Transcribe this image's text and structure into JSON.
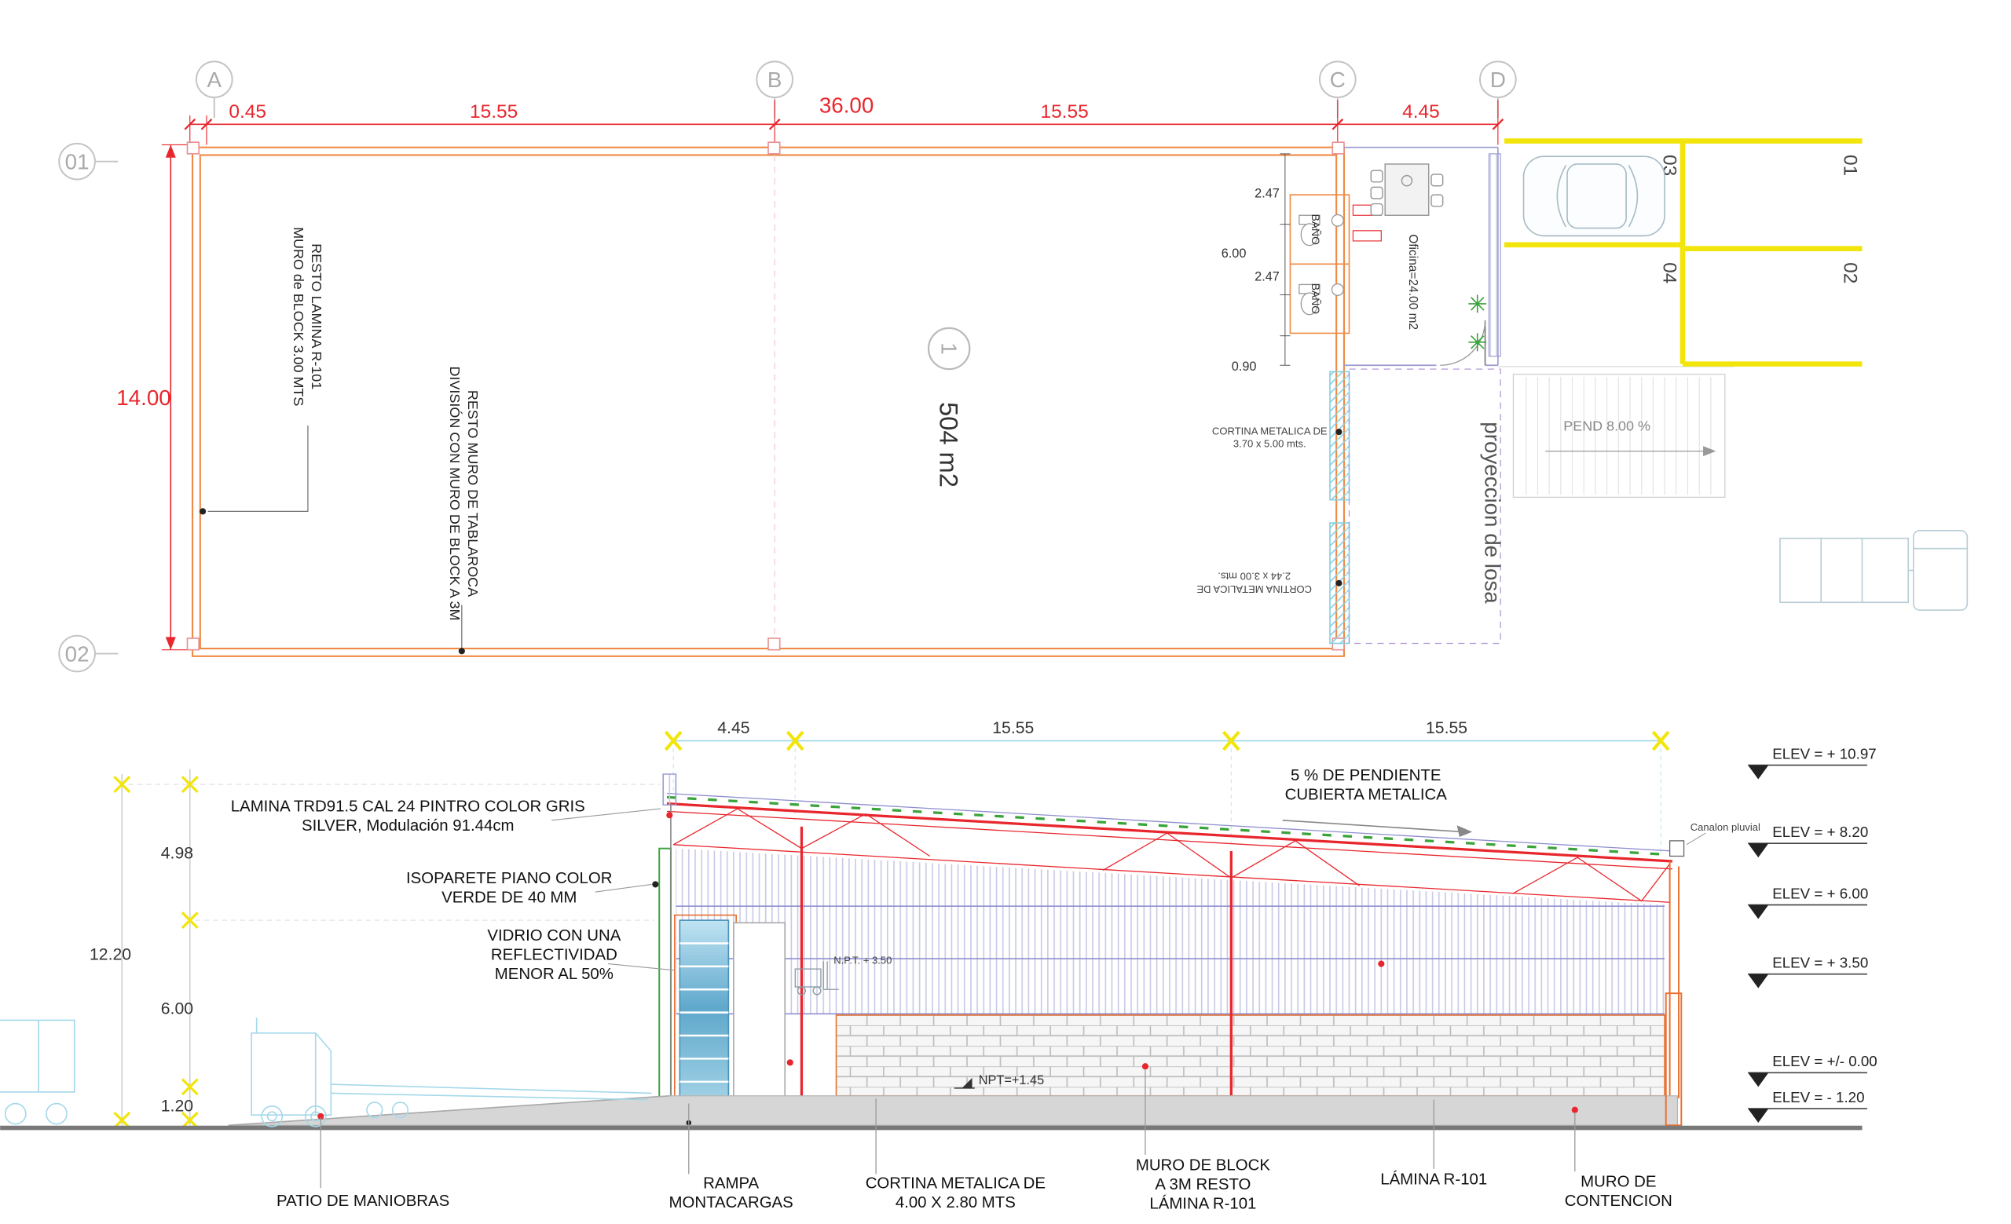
{
  "plan": {
    "grid_cols": {
      "a": "A",
      "b": "B",
      "c": "C",
      "d": "D"
    },
    "grid_rows": {
      "r1": "01",
      "r2": "02"
    },
    "dims": {
      "d045": "0.45",
      "d1555a": "15.55",
      "d36": "36.00",
      "d1555b": "15.55",
      "d445": "4.45",
      "d14": "14.00",
      "d247a": "2.47",
      "d6": "6.00",
      "d247b": "2.47",
      "d09": "0.90"
    },
    "space": {
      "bubble": "1",
      "area": "504 m2"
    },
    "notes": {
      "muro1": "MURO de BLOCK 3.00 MTS",
      "muro2": "RESTO LAMINA R-101",
      "div1": "DIVISIÓN CON MURO DE BLOCK A 3M",
      "div2": "RESTO MURO DE TABLAROCA",
      "bano1": "BAÑO",
      "bano2": "BAÑO",
      "oficina": "Oficina=24.00 m2",
      "cortina1a": "CORTINA METALICA DE",
      "cortina1b": "3.70 x 5.00 mts.",
      "cortina2a": "CORTINA METALICA DE",
      "cortina2b": "2.44 x 3.00 mts.",
      "proyeccion": "proyeccion de losa",
      "pend": "PEND 8.00 %"
    },
    "parking": {
      "p03": "03",
      "p01": "01",
      "p04": "04",
      "p02": "02"
    }
  },
  "section": {
    "dims_top": {
      "d1": "4.45",
      "d2": "15.55",
      "d3": "15.55"
    },
    "dims_left": {
      "d498": "4.98",
      "d1220": "12.20",
      "d600": "6.00",
      "d120": "1.20"
    },
    "notes": {
      "lamina1": "LAMINA TRD91.5 CAL 24 PINTRO COLOR GRIS",
      "lamina2": "SILVER, Modulación 91.44cm",
      "iso1": "ISOPARETE PIANO COLOR",
      "iso2": "VERDE DE 40 MM",
      "vidrio1": "VIDRIO CON UNA",
      "vidrio2": "REFLECTIVIDAD",
      "vidrio3": "MENOR AL 50%",
      "pend1": "5 % DE PENDIENTE",
      "pend2": "CUBIERTA METALICA",
      "canalon": "Canalon pluvial",
      "npt350": "N.P.T. + 3.50",
      "npt145": "NPT=+1.45"
    },
    "elevations": [
      "ELEV = + 10.97",
      "ELEV = + 8.20",
      "ELEV = + 6.00",
      "ELEV = + 3.50",
      "ELEV = +/- 0.00",
      "ELEV = - 1.20"
    ],
    "labels": {
      "patio": "PATIO DE MANIOBRAS",
      "rampa1": "RAMPA",
      "rampa2": "MONTACARGAS",
      "cortina1": "CORTINA METALICA DE",
      "cortina2": "4.00 X 2.80 MTS",
      "muro1": "MURO DE BLOCK",
      "muro2": "A 3M RESTO",
      "muro3": "LÁMINA R-101",
      "lamina": "LÁMINA R-101",
      "cont1": "MURO DE",
      "cont2": "CONTENCION"
    }
  }
}
